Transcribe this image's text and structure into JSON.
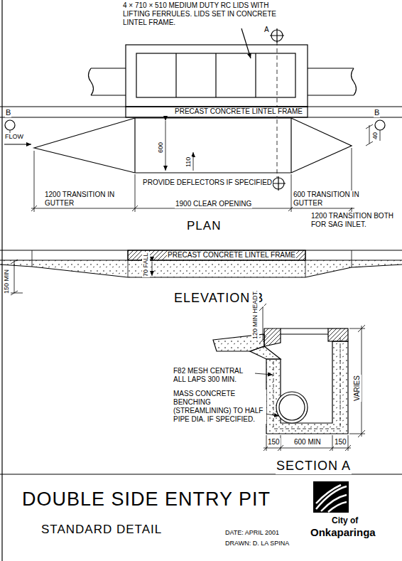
{
  "diagram": {
    "title": "DOUBLE SIDE ENTRY PIT",
    "labels": [
      "4 × 710 × 510 MEDIUM DUTY RC LIDS WITH LIFTING FERRULES. LIDS SET IN CONCRETE LINTEL FRAME.",
      "A",
      "PRECAST CONCRETE LINTEL FRAME",
      "B",
      "B",
      "FLOW",
      "600",
      "110",
      "40",
      "PROVIDE DEFLECTORS IF SPECIFIED",
      "1200 TRANSITION IN GUTTER",
      "1900 CLEAR OPENING",
      "600 TRANSITION IN GUTTER",
      "1200 TRANSITION BOTH FOR SAG INLET.",
      "PLAN",
      "70 FALL",
      "PRECAST CONCRETE LINTEL FRAME",
      "150 MIN",
      "ELEVATION B",
      "120 MIN HEADT.",
      "F82 MESH CENTRAL ALL LAPS 300 MIN.",
      "MASS CONCRETE BENCHING (STREAMLINING) TO HALF PIPE DIA. IF SPECIFIED.",
      "VARIES",
      "150",
      "600 MIN",
      "150",
      "SECTION A",
      "STANDARD DETAIL",
      "DATE: APRIL 2001",
      "DRAWN: D. LA SPINA",
      "City of",
      "Onkaparinga"
    ]
  }
}
